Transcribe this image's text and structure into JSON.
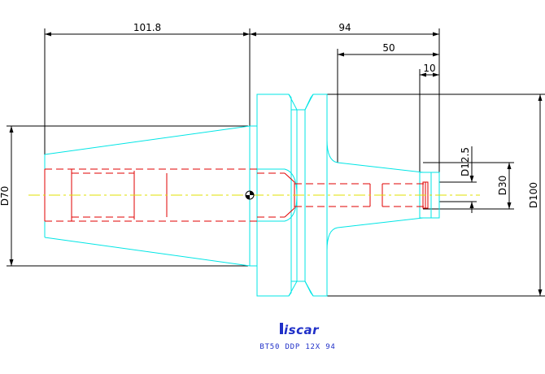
{
  "colors": {
    "outline": "#00e5e5",
    "hidden": "#e00000",
    "centerline": "#e0e000",
    "dimension": "#000000",
    "brand": "#1f2fc8"
  },
  "dimensions": {
    "flange_to_end": "101.8",
    "gauge_length": "94",
    "bore_depth": "50",
    "nose_length": "10",
    "taper_dia": "D70",
    "flange_dia": "D100",
    "body_dia": "D30",
    "bore_dia": "D12.5"
  },
  "logo": {
    "brand": "iscar",
    "model": "BT50 DDP 12X 94"
  }
}
